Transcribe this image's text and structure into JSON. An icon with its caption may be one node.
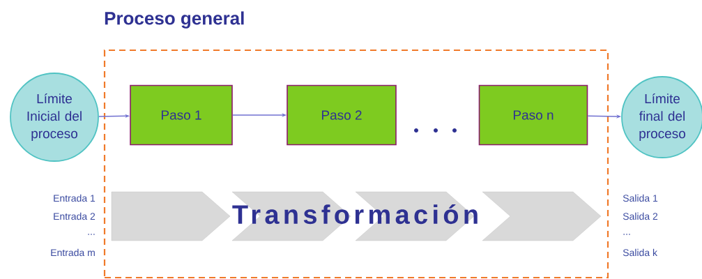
{
  "diagram": {
    "nodes": [
      {
        "text": [
          "Proceso general"
        ]
      },
      {
        "text": [
          "Límite Inicial del proceso"
        ]
      },
      {
        "text": [
          "Paso 1"
        ],
        "in": 0
      },
      {
        "text": [
          "Paso 2"
        ],
        "in": 0
      },
      {
        "text": [
          "Paso n"
        ],
        "in": 0
      },
      {
        "text": [
          "Límite final del proceso"
        ]
      }
    ],
    "edges": [
      {
        "from": 1,
        "to": 2,
        "arrow": "to"
      },
      {
        "from": 2,
        "to": 3,
        "arrow": "to"
      },
      {
        "from": 4,
        "to": 5,
        "arrow": "to"
      }
    ],
    "labels": [
      "Entrada 1",
      "Entrada 2",
      "...",
      "Entrada m",
      "Transformación",
      "Salida 1",
      "Salida 2",
      "...",
      "Salida k"
    ]
  }
}
